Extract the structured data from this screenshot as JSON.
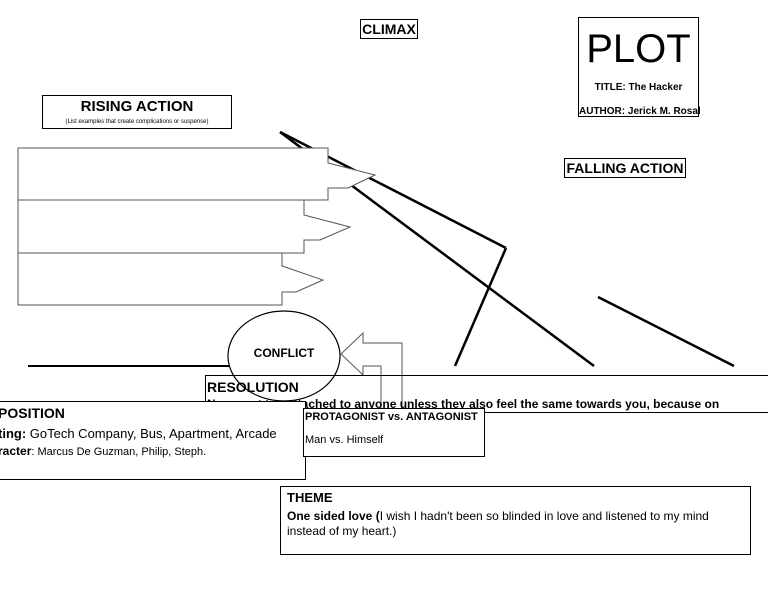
{
  "plot": {
    "title": "PLOT",
    "story_title": "TITLE: The Hacker",
    "author": "AUTHOR: Jerick M. Rosal"
  },
  "climax": {
    "label": "CLIMAX"
  },
  "rising_action": {
    "label": "RISING ACTION",
    "instructions": "(List examples that create complications or suspense)"
  },
  "falling_action": {
    "label": "FALLING ACTION"
  },
  "conflict": {
    "label": "CONFLICT"
  },
  "resolution": {
    "label": "RESOLUTION",
    "text": "Never get too attached to anyone unless they also feel the same towards you, because on"
  },
  "exposition": {
    "label": "POSITION",
    "setting_label": "ting:",
    "setting_value": " GoTech Company, Bus, Apartment, Arcade",
    "character_label": "racter",
    "character_value": ": Marcus De Guzman, Philip, Steph."
  },
  "protagonist": {
    "label": "PROTAGONIST vs. ANTAGONIST",
    "value": "Man vs. Himself"
  },
  "theme": {
    "label": "THEME",
    "bold_text": "One sided love (",
    "text": "I wish I hadn't been so blinded in love and listened to my mind instead of my heart.)"
  }
}
